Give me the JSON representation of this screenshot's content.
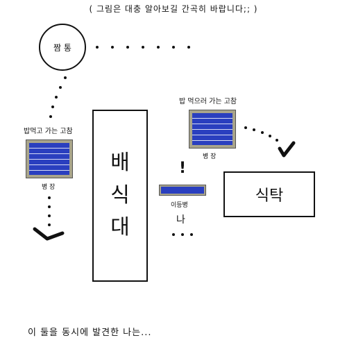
{
  "header": {
    "note": "( 그림은 대충 알아보길 간곡히 바랍니다;; )"
  },
  "circle": {
    "label": "짬 통"
  },
  "soldier_left": {
    "caption": "밥먹고 가는 고참",
    "rank_label": "병 장"
  },
  "soldier_right": {
    "caption": "밥 먹으러 가는 고참",
    "rank_label": "병 장"
  },
  "counter": {
    "chars": [
      "배",
      "식",
      "대"
    ]
  },
  "table": {
    "label": "식탁"
  },
  "me": {
    "rank_label": "이등병",
    "name": "나",
    "exclamation": "!"
  },
  "footer": {
    "text": "이 둘을 동시에 발견한 나는..."
  },
  "colors": {
    "badge_bg": "#a9a58b",
    "badge_blue": "#2a3fbf",
    "ink": "#111111"
  }
}
